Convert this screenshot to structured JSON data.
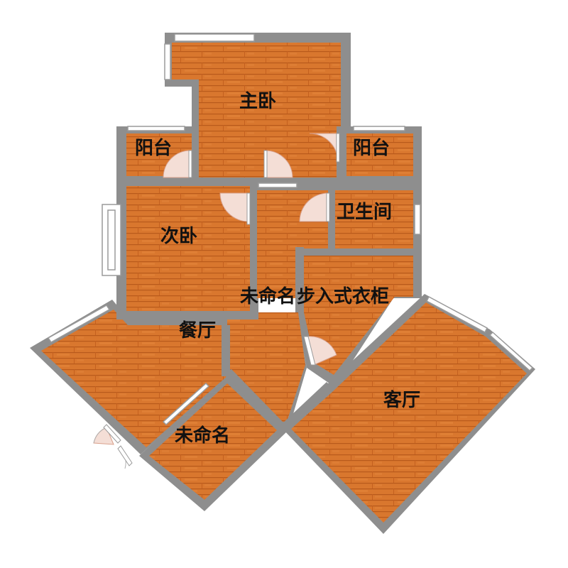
{
  "rooms": [
    {
      "id": "master-bedroom",
      "label": "主卧"
    },
    {
      "id": "balcony-left",
      "label": "阳台"
    },
    {
      "id": "balcony-right",
      "label": "阳台"
    },
    {
      "id": "second-bedroom",
      "label": "次卧"
    },
    {
      "id": "bathroom",
      "label": "卫生间"
    },
    {
      "id": "unnamed-corridor",
      "label": "未命名"
    },
    {
      "id": "walk-in-closet",
      "label": "步入式衣柜"
    },
    {
      "id": "dining-room",
      "label": "餐厅"
    },
    {
      "id": "living-room",
      "label": "客厅"
    },
    {
      "id": "unnamed-small",
      "label": "未命名"
    }
  ],
  "colors": {
    "floor": "#d9772e",
    "floor_dark": "#c4601f",
    "wall": "#8e8e8e",
    "label": "#111111"
  }
}
